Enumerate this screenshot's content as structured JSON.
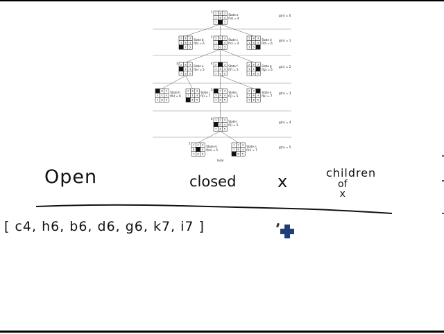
{
  "tree": {
    "depth_labels": [
      "g(n) = 0",
      "g(n) = 1",
      "g(n) = 2",
      "g(n) = 3",
      "g(n) = 4",
      "g(n) = 5"
    ],
    "goal_label": "Goal",
    "nodes": [
      {
        "order": "1",
        "state": "State a",
        "f": "f(a) = 4",
        "tiles": [
          "2",
          "8",
          "3",
          "1",
          "6",
          "4",
          "7",
          "",
          "5"
        ]
      },
      {
        "order": "2",
        "state": "State c",
        "f": "f(c) = 4",
        "tiles": [
          "2",
          "8",
          "3",
          "1",
          "",
          "4",
          "7",
          "6",
          "5"
        ]
      },
      {
        "order": "",
        "state": "State b",
        "f": "f(b) = 6",
        "tiles": [
          "2",
          "8",
          "3",
          "1",
          "6",
          "4",
          "",
          "7",
          "5"
        ]
      },
      {
        "order": "",
        "state": "State d",
        "f": "f(d) = 6",
        "tiles": [
          "2",
          "8",
          "3",
          "1",
          "6",
          "4",
          "7",
          "5",
          ""
        ]
      },
      {
        "order": "3",
        "state": "State e",
        "f": "f(e) = 5",
        "tiles": [
          "2",
          "8",
          "3",
          "",
          "1",
          "4",
          "7",
          "6",
          "5"
        ]
      },
      {
        "order": "4",
        "state": "State f",
        "f": "f(f) = 5",
        "tiles": [
          "2",
          "",
          "3",
          "1",
          "8",
          "4",
          "7",
          "6",
          "5"
        ]
      },
      {
        "order": "",
        "state": "State g",
        "f": "f(g) = 6",
        "tiles": [
          "2",
          "8",
          "3",
          "1",
          "4",
          "",
          "7",
          "6",
          "5"
        ]
      },
      {
        "order": "",
        "state": "State h",
        "f": "f(h) = 6",
        "tiles": [
          "",
          "8",
          "3",
          "2",
          "1",
          "4",
          "7",
          "6",
          "5"
        ]
      },
      {
        "order": "",
        "state": "State i",
        "f": "f(i) = 7",
        "tiles": [
          "2",
          "8",
          "3",
          "7",
          "1",
          "4",
          "",
          "6",
          "5"
        ]
      },
      {
        "order": "5",
        "state": "State j",
        "f": "f(j) = 5",
        "tiles": [
          "",
          "2",
          "3",
          "1",
          "8",
          "4",
          "7",
          "6",
          "5"
        ]
      },
      {
        "order": "",
        "state": "State k",
        "f": "f(k) = 7",
        "tiles": [
          "2",
          "3",
          "",
          "1",
          "8",
          "4",
          "7",
          "6",
          "5"
        ]
      },
      {
        "order": "6",
        "state": "State l",
        "f": "f(l) = 5",
        "tiles": [
          "1",
          "2",
          "3",
          "",
          "8",
          "4",
          "7",
          "6",
          "5"
        ]
      },
      {
        "order": "7",
        "state": "State m",
        "f": "f(m) = 5",
        "tiles": [
          "1",
          "2",
          "3",
          "8",
          "",
          "4",
          "7",
          "6",
          "5"
        ]
      },
      {
        "order": "",
        "state": "State n",
        "f": "f(n) = 7",
        "tiles": [
          "1",
          "2",
          "3",
          "7",
          "8",
          "4",
          "",
          "6",
          "5"
        ]
      }
    ]
  },
  "notes": {
    "open": "Open",
    "closed": "closed",
    "x": "x",
    "children": "children",
    "of": "of",
    "of_x": "x",
    "open_list": "[ c4, h6, b6, d6, g6, k7, i7 ]"
  },
  "colors": {
    "ink": "#111111",
    "cursor": "#1f3f7a",
    "frame": "#000000"
  },
  "icons": {
    "cursor": "pen-cursor-icon"
  }
}
